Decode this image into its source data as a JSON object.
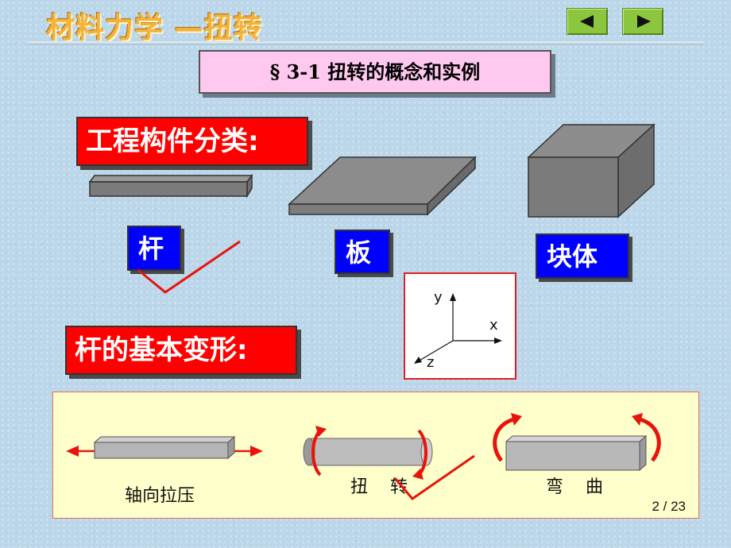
{
  "header": {
    "title": "材料力学 —扭转",
    "section_title": "§ 3-1  扭转的概念和实例"
  },
  "nav": {
    "prev_icon": "triangle-left",
    "next_icon": "triangle-right"
  },
  "classification": {
    "heading": "工程构件分类:",
    "items": [
      {
        "label": "杆"
      },
      {
        "label": "板"
      },
      {
        "label": "块体"
      }
    ]
  },
  "axes": {
    "x": "x",
    "y": "y",
    "z": "z"
  },
  "deformation": {
    "heading": "杆的基本变形:",
    "items": [
      {
        "label": "轴向拉压"
      },
      {
        "label": "扭    转"
      },
      {
        "label": "弯    曲"
      }
    ]
  },
  "footer": {
    "page": "2 / 23"
  },
  "colors": {
    "heading_bg": "#ff0000",
    "label_bg": "#0000ff",
    "section_bg": "#fec8ef",
    "panel_bg": "#ffffcc",
    "arrow": "#e8140c"
  }
}
